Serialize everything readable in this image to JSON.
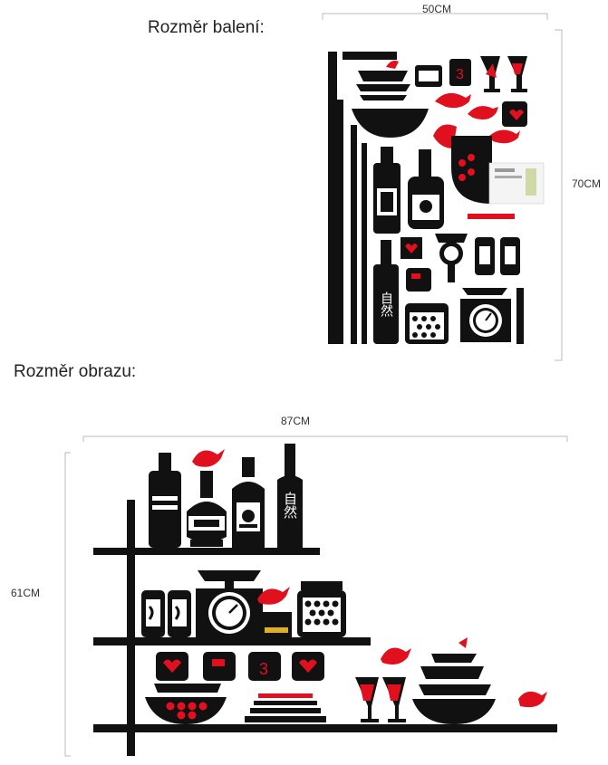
{
  "packaging": {
    "heading": "Rozměr balení:",
    "width_label": "50CM",
    "height_label": "70CM"
  },
  "image": {
    "heading": "Rozměr obrazu:",
    "width_label": "87CM",
    "height_label": "61CM"
  },
  "bottle_text": "自然",
  "mug_number": "3",
  "colors": {
    "black": "#111111",
    "red": "#e0101e",
    "guide": "#bbbbbb"
  }
}
